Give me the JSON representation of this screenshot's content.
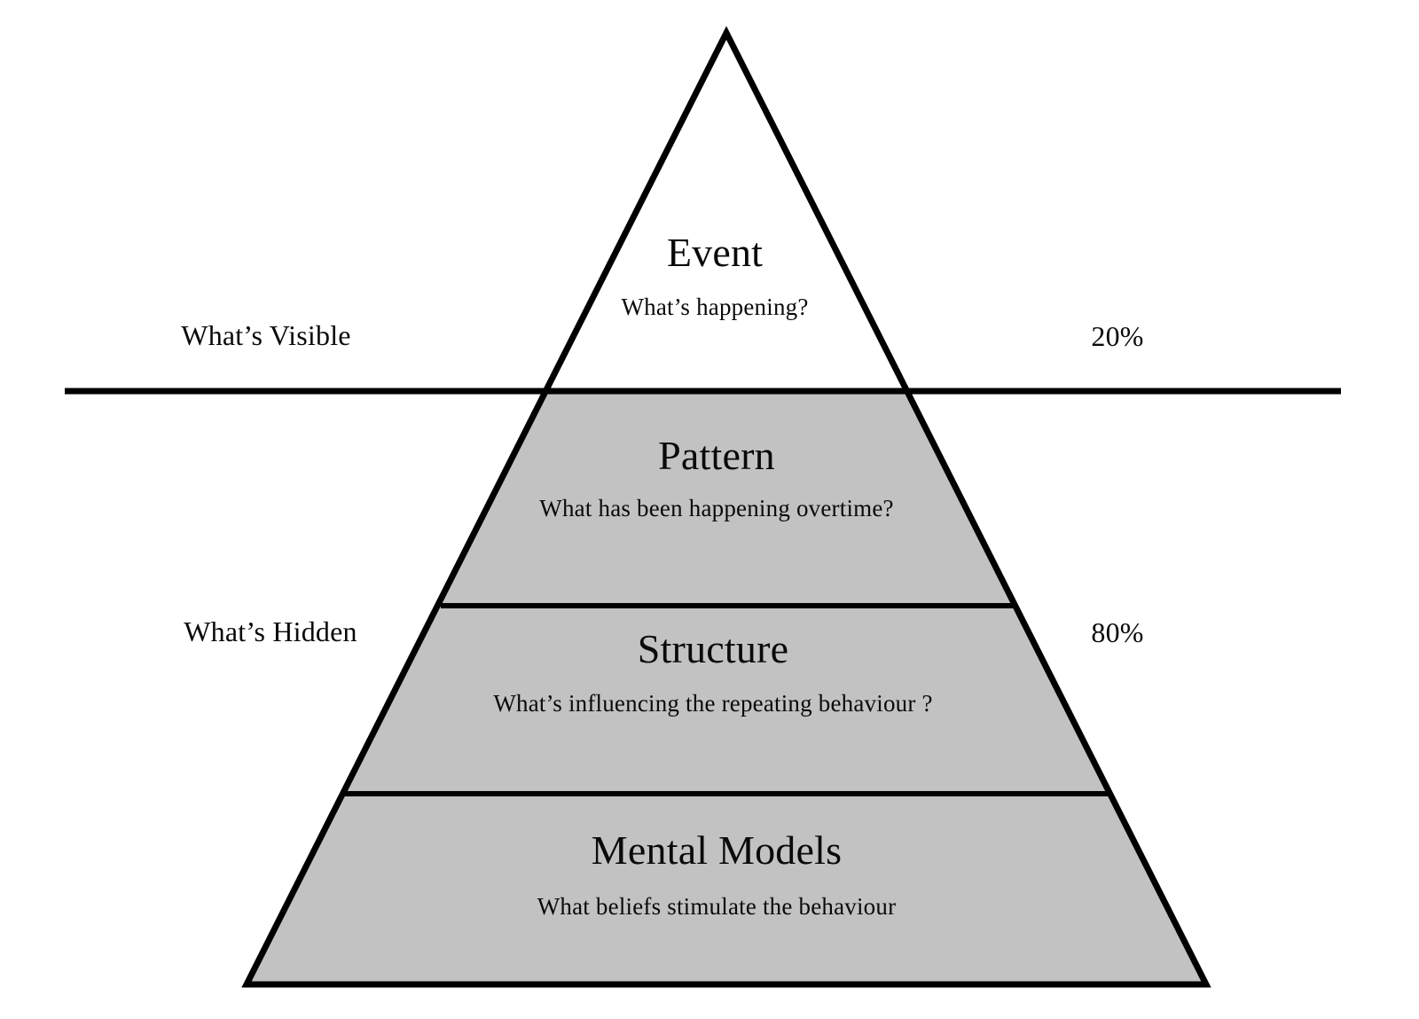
{
  "diagram": {
    "type": "iceberg-pyramid",
    "colors": {
      "fill_hidden": "#c2c2c2",
      "fill_visible": "#ffffff",
      "stroke": "#000000",
      "text": "#0a0a0a"
    },
    "layers": [
      {
        "id": "event",
        "title": "Event",
        "subtitle": "What’s happening?",
        "zone": "visible"
      },
      {
        "id": "pattern",
        "title": "Pattern",
        "subtitle": "What has been happening overtime?",
        "zone": "hidden"
      },
      {
        "id": "structure",
        "title": "Structure",
        "subtitle": "What’s influencing the repeating behaviour ?",
        "zone": "hidden"
      },
      {
        "id": "mental-models",
        "title": "Mental Models",
        "subtitle": "What beliefs stimulate the behaviour",
        "zone": "hidden"
      }
    ],
    "side_labels": {
      "visible": "What’s Visible",
      "hidden": "What’s Hidden"
    },
    "percentages": {
      "visible": "20%",
      "hidden": "80%"
    }
  }
}
